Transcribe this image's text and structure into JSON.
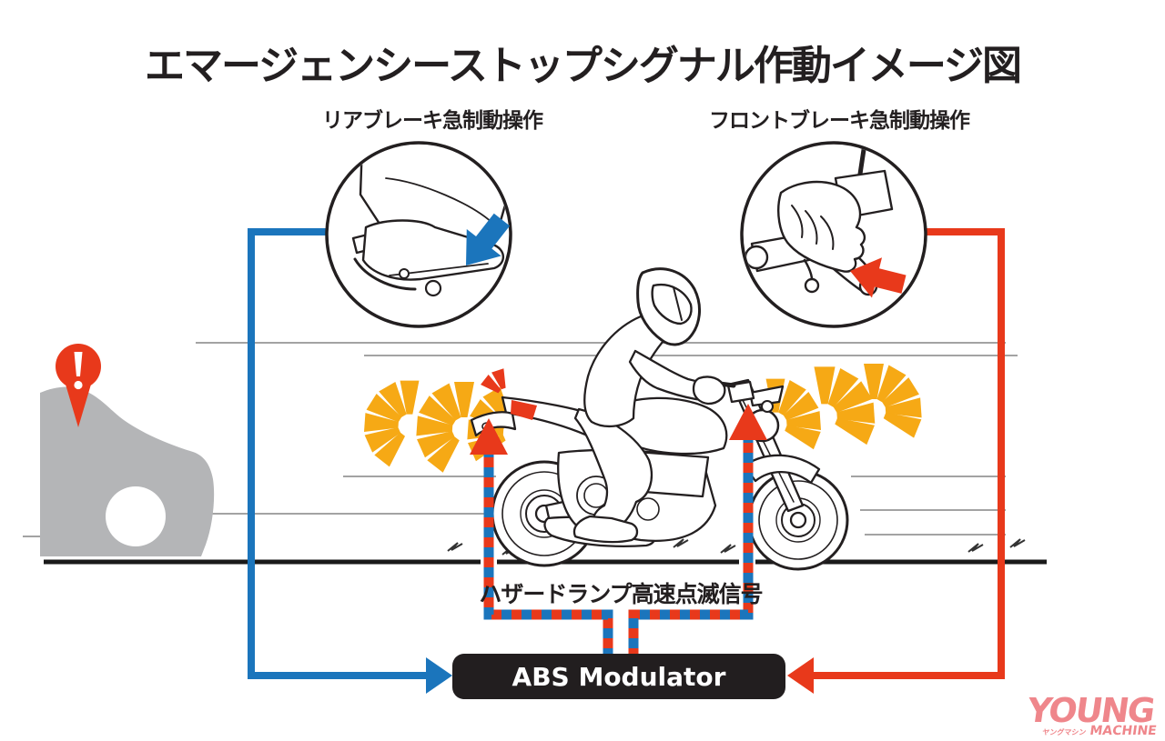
{
  "title": "エマージェンシーストップシグナル作動イメージ図",
  "callouts": {
    "rear_brake_label": "リアブレーキ急制動操作",
    "front_brake_label": "フロントブレーキ急制動操作"
  },
  "signal": {
    "hazard_label": "ハザードランプ高速点滅信号"
  },
  "abs_box": {
    "label": "ABS Modulator"
  },
  "logo": {
    "name": "YOUNG",
    "sub": "MACHINE",
    "katakana": "ヤングマシン"
  },
  "colors": {
    "blue": "#1b75bc",
    "red": "#e8391b",
    "yellow": "#f6a915",
    "car_gray": "#b4b5b7",
    "logo_pink": "#ef868b",
    "ink": "#231f20",
    "box_black": "#221e1f",
    "speed_gray": "#9a9a9a"
  }
}
